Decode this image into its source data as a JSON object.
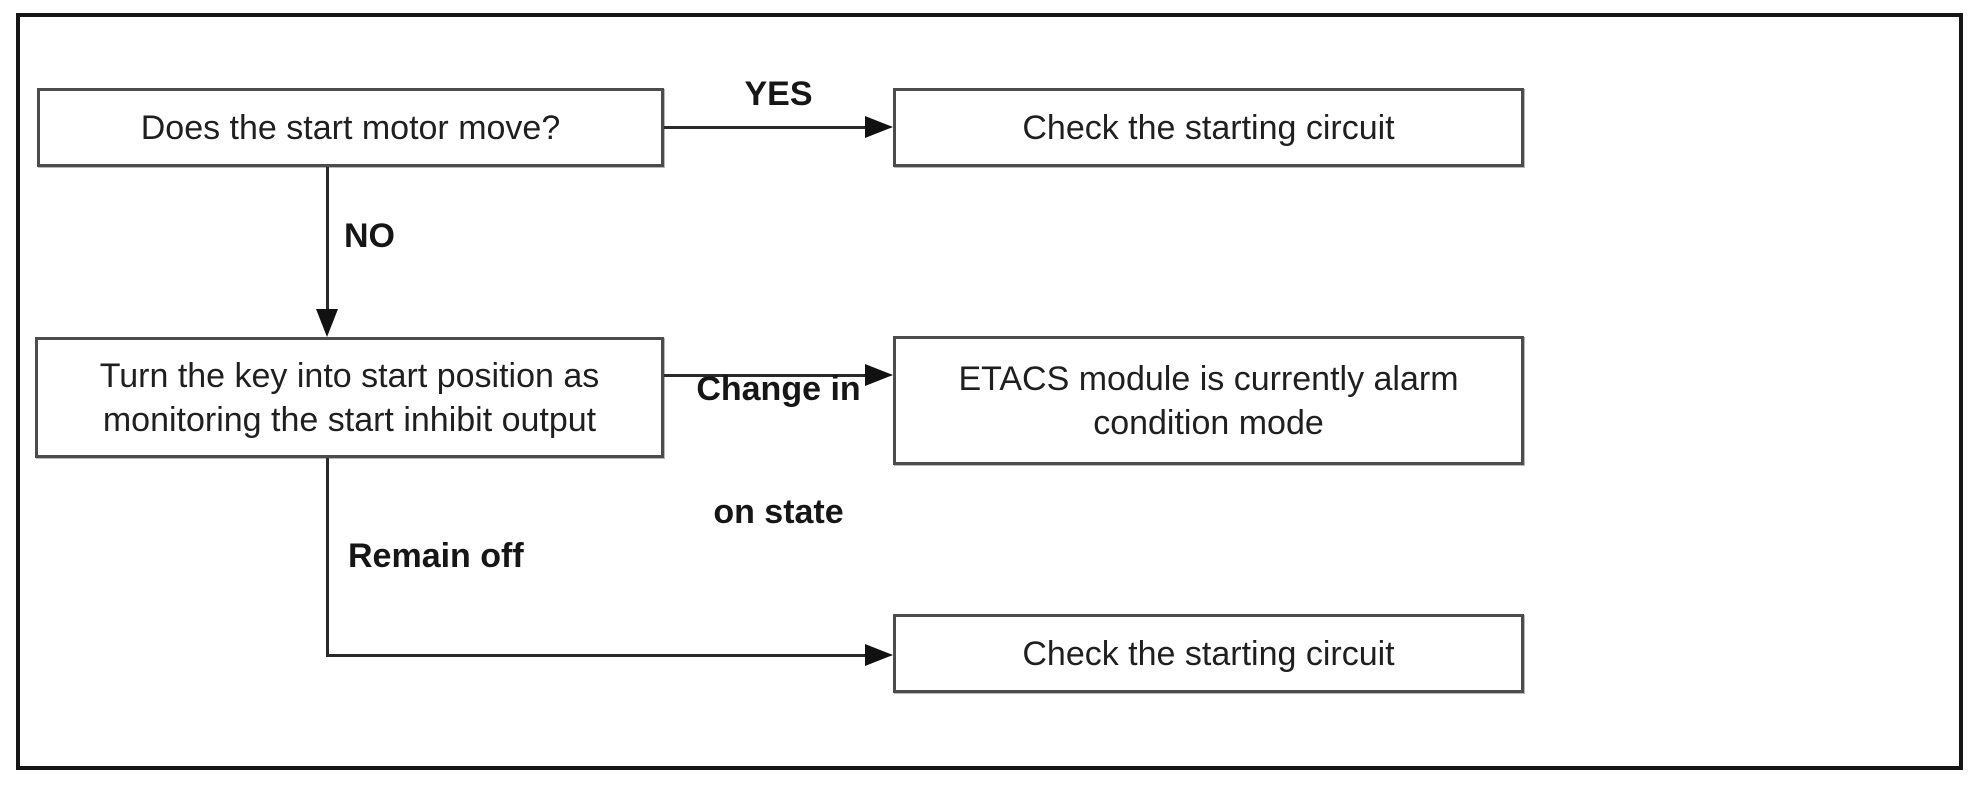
{
  "diagram": {
    "type": "flowchart",
    "boxes": {
      "q1": {
        "lines": [
          "Does the start motor move?"
        ]
      },
      "r1": {
        "lines": [
          "Check the starting circuit"
        ]
      },
      "q2": {
        "lines": [
          "Turn the key into start position as",
          "monitoring the start inhibit output"
        ]
      },
      "r2": {
        "lines": [
          "ETACS module is currently alarm",
          "condition mode"
        ]
      },
      "r3": {
        "lines": [
          "Check the starting circuit"
        ]
      }
    },
    "edge_labels": {
      "yes": "YES",
      "no": "NO",
      "change_line1": "Change in",
      "change_line2": "on state",
      "remain": "Remain off"
    },
    "colors": {
      "background": "#ffffff",
      "frame_border": "#161616",
      "box_border": "#4c4c4c",
      "connector_line": "#2a2a2a",
      "arrowhead": "#111111",
      "text": "#1f1f1f"
    }
  }
}
